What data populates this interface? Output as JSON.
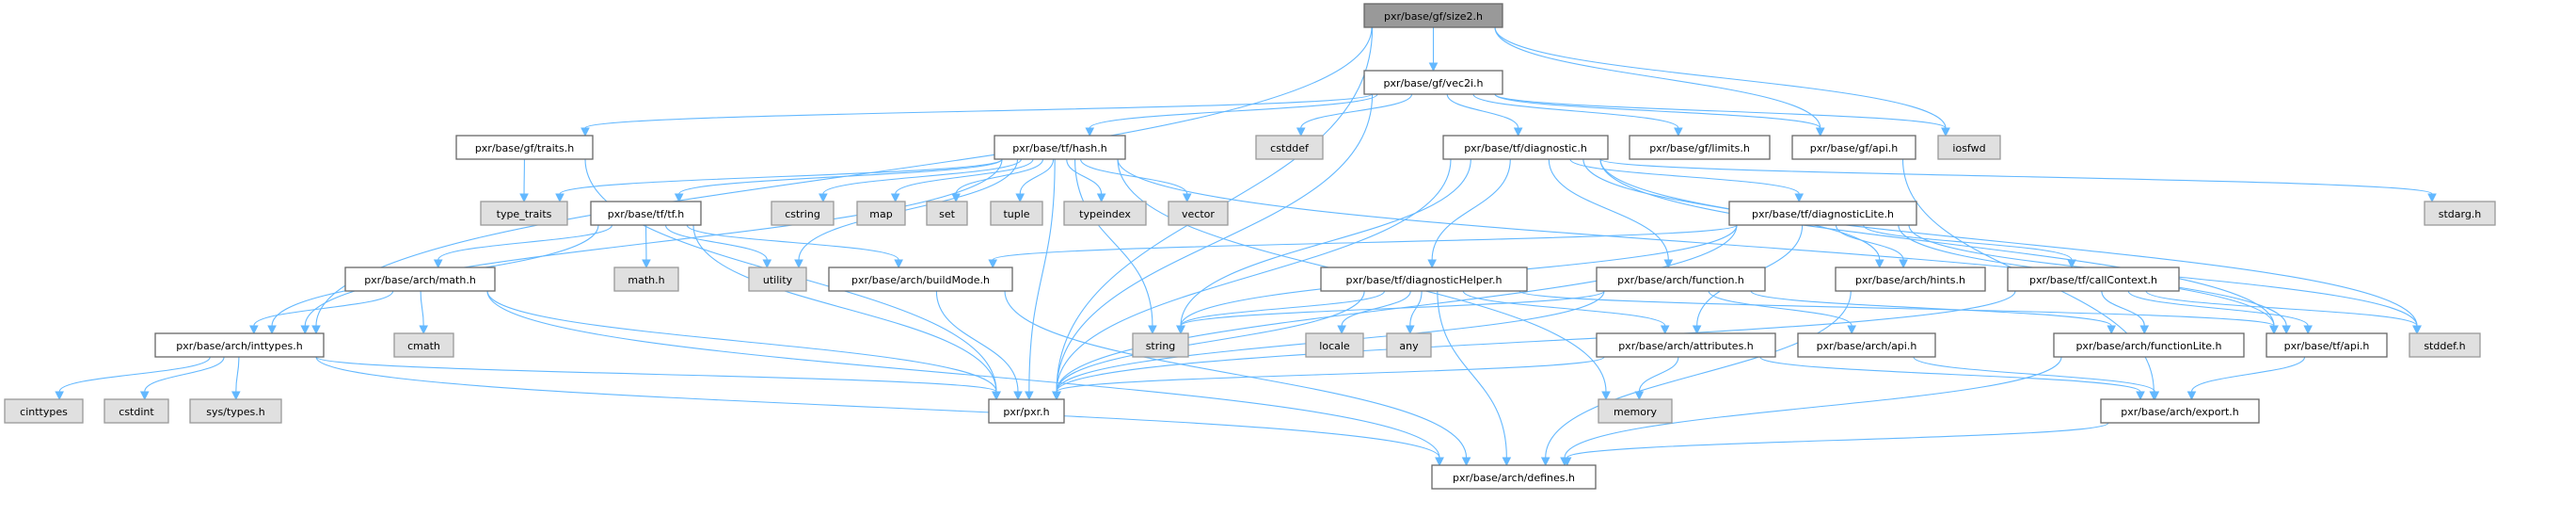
{
  "graph": {
    "title": "pxr/base/gf/size2.h",
    "colors": {
      "edge": "#63b8ff",
      "root_fill": "#999999",
      "external_fill": "#e0e0e0",
      "internal_fill": "#ffffff"
    },
    "nodes": [
      {
        "id": "size2",
        "label": "pxr/base/gf/size2.h",
        "kind": "root"
      },
      {
        "id": "vec2i",
        "label": "pxr/base/gf/vec2i.h",
        "kind": "internal"
      },
      {
        "id": "traits",
        "label": "pxr/base/gf/traits.h",
        "kind": "internal"
      },
      {
        "id": "hash",
        "label": "pxr/base/tf/hash.h",
        "kind": "internal"
      },
      {
        "id": "cstddef",
        "label": "cstddef",
        "kind": "external"
      },
      {
        "id": "diagnostic",
        "label": "pxr/base/tf/diagnostic.h",
        "kind": "internal"
      },
      {
        "id": "limits",
        "label": "pxr/base/gf/limits.h",
        "kind": "internal"
      },
      {
        "id": "gfapi",
        "label": "pxr/base/gf/api.h",
        "kind": "internal"
      },
      {
        "id": "iosfwd",
        "label": "iosfwd",
        "kind": "external"
      },
      {
        "id": "type_traits",
        "label": "type_traits",
        "kind": "external"
      },
      {
        "id": "tf",
        "label": "pxr/base/tf/tf.h",
        "kind": "internal"
      },
      {
        "id": "cstring",
        "label": "cstring",
        "kind": "external"
      },
      {
        "id": "map",
        "label": "map",
        "kind": "external"
      },
      {
        "id": "set",
        "label": "set",
        "kind": "external"
      },
      {
        "id": "tuple",
        "label": "tuple",
        "kind": "external"
      },
      {
        "id": "typeindex",
        "label": "typeindex",
        "kind": "external"
      },
      {
        "id": "vector",
        "label": "vector",
        "kind": "external"
      },
      {
        "id": "diagnosticLite",
        "label": "pxr/base/tf/diagnosticLite.h",
        "kind": "internal"
      },
      {
        "id": "stdarg",
        "label": "stdarg.h",
        "kind": "external"
      },
      {
        "id": "archmath",
        "label": "pxr/base/arch/math.h",
        "kind": "internal"
      },
      {
        "id": "mathh",
        "label": "math.h",
        "kind": "external"
      },
      {
        "id": "utility",
        "label": "utility",
        "kind": "external"
      },
      {
        "id": "buildMode",
        "label": "pxr/base/arch/buildMode.h",
        "kind": "internal"
      },
      {
        "id": "diagnosticHelper",
        "label": "pxr/base/tf/diagnosticHelper.h",
        "kind": "internal"
      },
      {
        "id": "function",
        "label": "pxr/base/arch/function.h",
        "kind": "internal"
      },
      {
        "id": "hints",
        "label": "pxr/base/arch/hints.h",
        "kind": "internal"
      },
      {
        "id": "callContext",
        "label": "pxr/base/tf/callContext.h",
        "kind": "internal"
      },
      {
        "id": "inttypes",
        "label": "pxr/base/arch/inttypes.h",
        "kind": "internal"
      },
      {
        "id": "cmath",
        "label": "cmath",
        "kind": "external"
      },
      {
        "id": "string",
        "label": "string",
        "kind": "external"
      },
      {
        "id": "locale",
        "label": "locale",
        "kind": "external"
      },
      {
        "id": "any",
        "label": "any",
        "kind": "external"
      },
      {
        "id": "attributes",
        "label": "pxr/base/arch/attributes.h",
        "kind": "internal"
      },
      {
        "id": "archapi",
        "label": "pxr/base/arch/api.h",
        "kind": "internal"
      },
      {
        "id": "functionLite",
        "label": "pxr/base/arch/functionLite.h",
        "kind": "internal"
      },
      {
        "id": "tfapi",
        "label": "pxr/base/tf/api.h",
        "kind": "internal"
      },
      {
        "id": "stddef",
        "label": "stddef.h",
        "kind": "external"
      },
      {
        "id": "cinttypes",
        "label": "cinttypes",
        "kind": "external"
      },
      {
        "id": "cstdint",
        "label": "cstdint",
        "kind": "external"
      },
      {
        "id": "systypes",
        "label": "sys/types.h",
        "kind": "external"
      },
      {
        "id": "pxr",
        "label": "pxr/pxr.h",
        "kind": "internal"
      },
      {
        "id": "memory",
        "label": "memory",
        "kind": "external"
      },
      {
        "id": "export",
        "label": "pxr/base/arch/export.h",
        "kind": "internal"
      },
      {
        "id": "defines",
        "label": "pxr/base/arch/defines.h",
        "kind": "internal"
      }
    ],
    "edges": [
      [
        "size2",
        "vec2i"
      ],
      [
        "size2",
        "gfapi"
      ],
      [
        "size2",
        "iosfwd"
      ],
      [
        "size2",
        "inttypes"
      ],
      [
        "size2",
        "pxr"
      ],
      [
        "vec2i",
        "traits"
      ],
      [
        "vec2i",
        "hash"
      ],
      [
        "vec2i",
        "cstddef"
      ],
      [
        "vec2i",
        "diagnostic"
      ],
      [
        "vec2i",
        "limits"
      ],
      [
        "vec2i",
        "gfapi"
      ],
      [
        "vec2i",
        "iosfwd"
      ],
      [
        "vec2i",
        "pxr"
      ],
      [
        "traits",
        "type_traits"
      ],
      [
        "traits",
        "pxr"
      ],
      [
        "hash",
        "type_traits"
      ],
      [
        "hash",
        "tf"
      ],
      [
        "hash",
        "cstring"
      ],
      [
        "hash",
        "map"
      ],
      [
        "hash",
        "set"
      ],
      [
        "hash",
        "tuple"
      ],
      [
        "hash",
        "typeindex"
      ],
      [
        "hash",
        "vector"
      ],
      [
        "hash",
        "utility"
      ],
      [
        "hash",
        "string"
      ],
      [
        "hash",
        "memory"
      ],
      [
        "hash",
        "pxr"
      ],
      [
        "hash",
        "tfapi"
      ],
      [
        "hash",
        "inttypes"
      ],
      [
        "diagnostic",
        "pxr"
      ],
      [
        "diagnostic",
        "string"
      ],
      [
        "diagnostic",
        "diagnosticLite"
      ],
      [
        "diagnostic",
        "diagnosticHelper"
      ],
      [
        "diagnostic",
        "function"
      ],
      [
        "diagnostic",
        "hints"
      ],
      [
        "diagnostic",
        "tfapi"
      ],
      [
        "diagnostic",
        "stdarg"
      ],
      [
        "diagnostic",
        "stddef"
      ],
      [
        "gfapi",
        "export"
      ],
      [
        "tf",
        "inttypes"
      ],
      [
        "tf",
        "archmath"
      ],
      [
        "tf",
        "mathh"
      ],
      [
        "tf",
        "utility"
      ],
      [
        "tf",
        "buildMode"
      ],
      [
        "tf",
        "pxr"
      ],
      [
        "diagnosticLite",
        "pxr"
      ],
      [
        "diagnosticLite",
        "string"
      ],
      [
        "diagnosticLite",
        "attributes"
      ],
      [
        "diagnosticLite",
        "hints"
      ],
      [
        "diagnosticLite",
        "callContext"
      ],
      [
        "diagnosticLite",
        "tfapi"
      ],
      [
        "diagnosticLite",
        "stddef"
      ],
      [
        "diagnosticLite",
        "buildMode"
      ],
      [
        "archmath",
        "inttypes"
      ],
      [
        "archmath",
        "cmath"
      ],
      [
        "archmath",
        "pxr"
      ],
      [
        "archmath",
        "defines"
      ],
      [
        "buildMode",
        "pxr"
      ],
      [
        "buildMode",
        "defines"
      ],
      [
        "diagnosticHelper",
        "string"
      ],
      [
        "diagnosticHelper",
        "locale"
      ],
      [
        "diagnosticHelper",
        "any"
      ],
      [
        "diagnosticHelper",
        "pxr"
      ],
      [
        "diagnosticHelper",
        "defines"
      ],
      [
        "diagnosticHelper",
        "attributes"
      ],
      [
        "diagnosticHelper",
        "tfapi"
      ],
      [
        "function",
        "string"
      ],
      [
        "function",
        "pxr"
      ],
      [
        "function",
        "archapi"
      ],
      [
        "function",
        "functionLite"
      ],
      [
        "hints",
        "defines"
      ],
      [
        "callContext",
        "pxr"
      ],
      [
        "callContext",
        "functionLite"
      ],
      [
        "callContext",
        "tfapi"
      ],
      [
        "callContext",
        "stddef"
      ],
      [
        "inttypes",
        "cinttypes"
      ],
      [
        "inttypes",
        "cstdint"
      ],
      [
        "inttypes",
        "systypes"
      ],
      [
        "inttypes",
        "pxr"
      ],
      [
        "inttypes",
        "defines"
      ],
      [
        "attributes",
        "pxr"
      ],
      [
        "attributes",
        "memory"
      ],
      [
        "attributes",
        "export"
      ],
      [
        "archapi",
        "export"
      ],
      [
        "functionLite",
        "defines"
      ],
      [
        "tfapi",
        "export"
      ],
      [
        "export",
        "defines"
      ]
    ]
  }
}
